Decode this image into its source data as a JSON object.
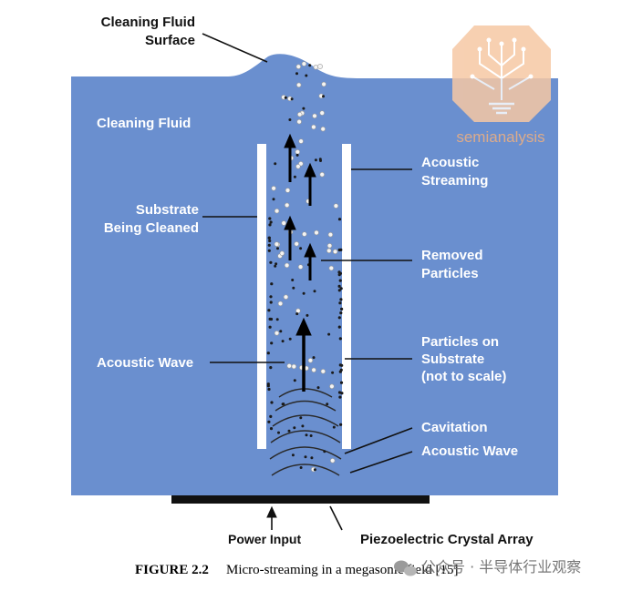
{
  "diagram": {
    "labels": {
      "surface_line1": "Cleaning Fluid",
      "surface_line2": "Surface",
      "fluid": "Cleaning Fluid",
      "substrate_line1": "Substrate",
      "substrate_line2": "Being Cleaned",
      "acoustic_wave_left": "Acoustic Wave",
      "streaming_line1": "Acoustic",
      "streaming_line2": "Streaming",
      "removed_line1": "Removed",
      "removed_line2": "Particles",
      "particles_line1": "Particles on",
      "particles_line2": "Substrate",
      "particles_line3": "(not to scale)",
      "cavitation": "Cavitation",
      "acoustic_wave_right": "Acoustic Wave",
      "power_input": "Power Input",
      "crystal_array": "Piezoelectric Crystal Array"
    },
    "colors": {
      "fluid": "#6a8fcf",
      "substrate": "#ffffff",
      "crystal": "#111111",
      "particle_light": "#f4f4f4",
      "particle_dark": "#1a1a1a"
    }
  },
  "caption": {
    "figure_label": "FIGURE 2.2",
    "text": "Micro-streaming in a megasonic field [15]"
  },
  "watermarks": {
    "logo_text": "semianalysis",
    "channel_text": "公众号 · 半导体行业观察"
  }
}
